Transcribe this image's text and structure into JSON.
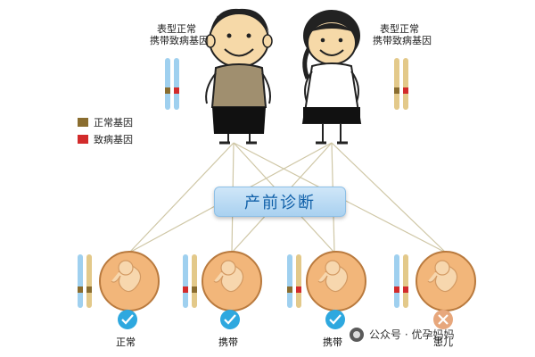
{
  "father_label": [
    "表型正常",
    "携带致病基因"
  ],
  "mother_label": [
    "表型正常",
    "携带致病基因"
  ],
  "legend": [
    {
      "label": "正常基因",
      "color": "#8a6d2f"
    },
    {
      "label": "致病基因",
      "color": "#d22b2b"
    }
  ],
  "center_label": "产前诊断",
  "outcomes": [
    {
      "label": "正常",
      "status": "check"
    },
    {
      "label": "携带",
      "status": "check"
    },
    {
      "label": "携带",
      "status": "check"
    },
    {
      "label": "患儿",
      "status": "cross"
    }
  ],
  "watermark": "公众号 · 优孕妈妈",
  "colors": {
    "normal_gene": "#8a6d2f",
    "disease_gene": "#d22b2b",
    "chromosome_blue": "#9fd0ef",
    "chromosome_tan": "#e3c98a",
    "embryo_circle": "#f2b67a",
    "check": "#2ea8df",
    "cross": "#e7a77c",
    "lines": "#cfc7a6"
  }
}
